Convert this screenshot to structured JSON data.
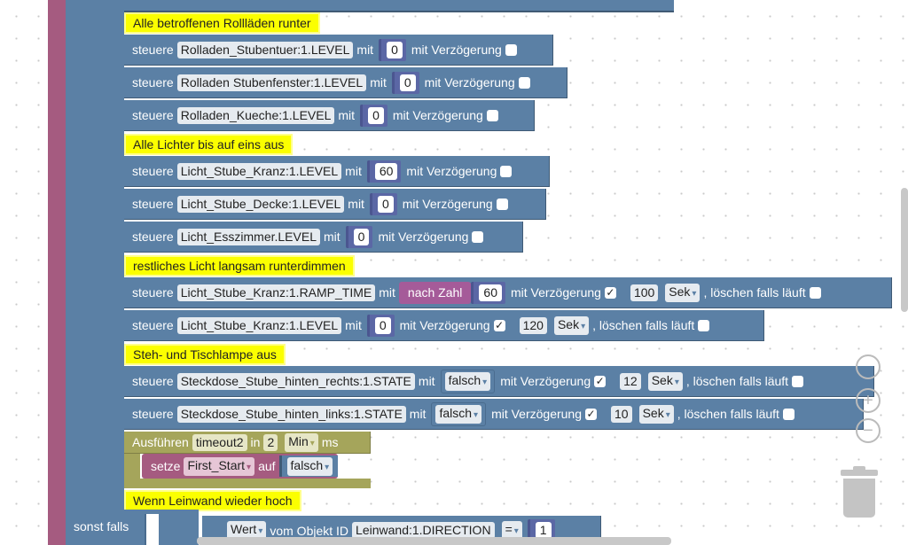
{
  "comments": {
    "rolllaeden": "Alle betroffenen Rollläden runter",
    "lichter": "Alle Lichter bis auf eins aus",
    "dimmen": "restliches Licht langsam runterdimmen",
    "lampen": "Steh- und Tischlampe aus",
    "leinwand": "Wenn Leinwand wieder hoch"
  },
  "words": {
    "steuere": "steuere",
    "mit": "mit",
    "mit_verzoegerung": "mit Verzögerung",
    "loeschen": ", löschen falls läuft",
    "check": "✓",
    "nach_zahl": "nach Zahl",
    "ausfuehren": "Ausführen",
    "in": "in",
    "ms": "ms",
    "setze": "setze",
    "auf": "auf",
    "sonst_falls": "sonst falls",
    "wert": "Wert",
    "vom_objekt_id": "vom Objekt ID",
    "eq": "=",
    "arrow": "▾"
  },
  "rows": [
    {
      "target": "Rolladen_Stubentuer:1.LEVEL",
      "value": "0"
    },
    {
      "target": "Rolladen Stubenfenster:1.LEVEL",
      "value": "0"
    },
    {
      "target": "Rolladen_Kueche:1.LEVEL",
      "value": "0"
    },
    {
      "target": "Licht_Stube_Kranz:1.LEVEL",
      "value": "60"
    },
    {
      "target": "Licht_Stube_Decke:1.LEVEL",
      "value": "0"
    },
    {
      "target": "Licht_Esszimmer.LEVEL",
      "value": "0"
    },
    {
      "target": "Licht_Stube_Kranz:1.RAMP_TIME",
      "value": "60",
      "delay": "100",
      "unit": "Sek"
    },
    {
      "target": "Licht_Stube_Kranz:1.LEVEL",
      "value": "0",
      "delay": "120",
      "unit": "Sek"
    },
    {
      "target": "Steckdose_Stube_hinten_rechts:1.STATE",
      "value": "falsch",
      "delay": "12",
      "unit": "Sek"
    },
    {
      "target": "Steckdose_Stube_hinten_links:1.STATE",
      "value": "falsch",
      "delay": "10",
      "unit": "Sek"
    }
  ],
  "timeout": {
    "name": "timeout2",
    "amount": "2",
    "unit": "Min"
  },
  "setze": {
    "variable": "First_Start",
    "value": "falsch"
  },
  "sonst": {
    "object_id": "Leinwand:1.DIRECTION",
    "value": "1"
  },
  "zoom": {
    "plus": "+",
    "minus": "−"
  }
}
